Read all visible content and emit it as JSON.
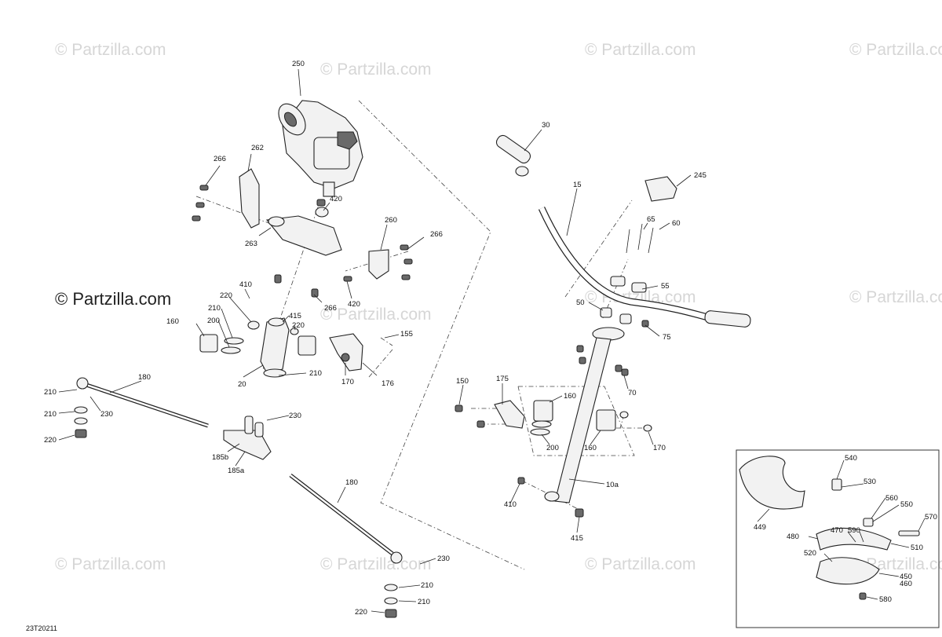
{
  "diagram": {
    "watermark": "© Partzilla.com",
    "main_watermark": "© Partzilla.com",
    "drawing_code": "23T20211",
    "callouts": [
      {
        "id": "c250",
        "text": "250"
      },
      {
        "id": "c262",
        "text": "262"
      },
      {
        "id": "c266a",
        "text": "266"
      },
      {
        "id": "c420a",
        "text": "420"
      },
      {
        "id": "c260",
        "text": "260"
      },
      {
        "id": "c266b",
        "text": "266"
      },
      {
        "id": "c263",
        "text": "263"
      },
      {
        "id": "c420b",
        "text": "420"
      },
      {
        "id": "c266c",
        "text": "266"
      },
      {
        "id": "c410a",
        "text": "410"
      },
      {
        "id": "c220a",
        "text": "220"
      },
      {
        "id": "c210a",
        "text": "210"
      },
      {
        "id": "c200a",
        "text": "200"
      },
      {
        "id": "c160a",
        "text": "160"
      },
      {
        "id": "c415a",
        "text": "415"
      },
      {
        "id": "c220b",
        "text": "220"
      },
      {
        "id": "c155",
        "text": "155"
      },
      {
        "id": "c210b",
        "text": "210"
      },
      {
        "id": "c20",
        "text": "20"
      },
      {
        "id": "c170a",
        "text": "170"
      },
      {
        "id": "c176",
        "text": "176"
      },
      {
        "id": "c180a",
        "text": "180"
      },
      {
        "id": "c210c",
        "text": "210"
      },
      {
        "id": "c230a",
        "text": "230"
      },
      {
        "id": "c210d",
        "text": "210"
      },
      {
        "id": "c220c",
        "text": "220"
      },
      {
        "id": "c230b",
        "text": "230"
      },
      {
        "id": "c185b",
        "text": "185b"
      },
      {
        "id": "c185a",
        "text": "185a"
      },
      {
        "id": "c180b",
        "text": "180"
      },
      {
        "id": "c230c",
        "text": "230"
      },
      {
        "id": "c210e",
        "text": "210"
      },
      {
        "id": "c220d",
        "text": "220"
      },
      {
        "id": "c210f",
        "text": "210"
      },
      {
        "id": "c30",
        "text": "30"
      },
      {
        "id": "c15",
        "text": "15"
      },
      {
        "id": "c245",
        "text": "245"
      },
      {
        "id": "c65",
        "text": "65"
      },
      {
        "id": "c60",
        "text": "60"
      },
      {
        "id": "c55",
        "text": "55"
      },
      {
        "id": "c50",
        "text": "50"
      },
      {
        "id": "c75",
        "text": "75"
      },
      {
        "id": "c70",
        "text": "70"
      },
      {
        "id": "c150",
        "text": "150"
      },
      {
        "id": "c175",
        "text": "175"
      },
      {
        "id": "c160b",
        "text": "160"
      },
      {
        "id": "c200b",
        "text": "200"
      },
      {
        "id": "c160c",
        "text": "160"
      },
      {
        "id": "c170b",
        "text": "170"
      },
      {
        "id": "c10a",
        "text": "10a"
      },
      {
        "id": "c410b",
        "text": "410"
      },
      {
        "id": "c415b",
        "text": "415"
      },
      {
        "id": "c540",
        "text": "540"
      },
      {
        "id": "c530",
        "text": "530"
      },
      {
        "id": "c560",
        "text": "560"
      },
      {
        "id": "c550",
        "text": "550"
      },
      {
        "id": "c570",
        "text": "570"
      },
      {
        "id": "c449",
        "text": "449"
      },
      {
        "id": "c470",
        "text": "470"
      },
      {
        "id": "c590",
        "text": "590"
      },
      {
        "id": "c480",
        "text": "480"
      },
      {
        "id": "c510",
        "text": "510"
      },
      {
        "id": "c520",
        "text": "520"
      },
      {
        "id": "c450",
        "text": "450"
      },
      {
        "id": "c460",
        "text": "460"
      },
      {
        "id": "c580",
        "text": "580"
      }
    ]
  }
}
